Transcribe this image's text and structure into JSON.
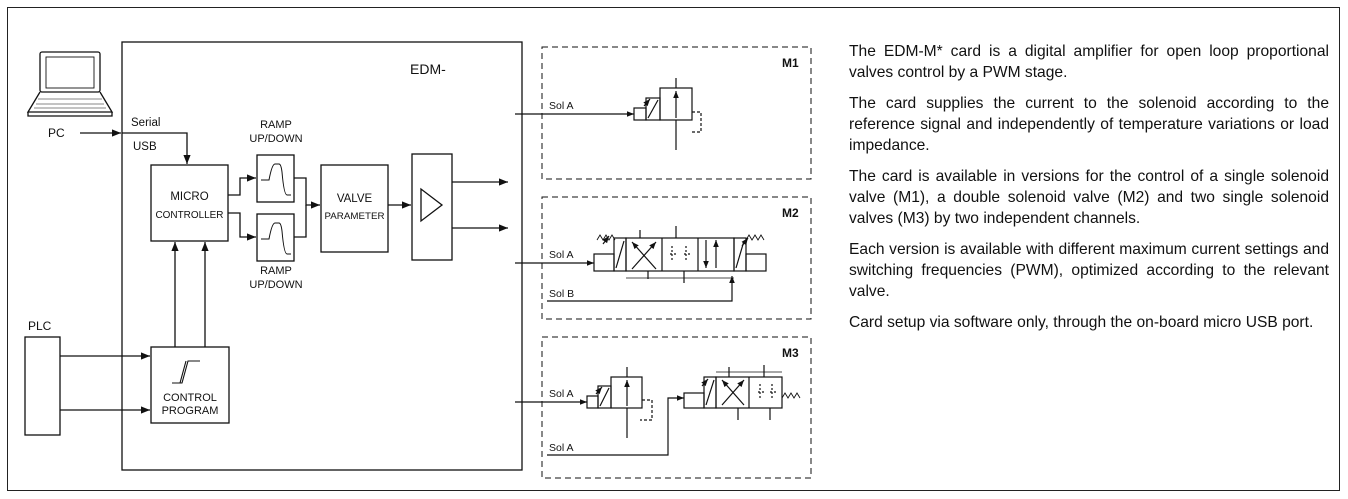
{
  "diagram": {
    "card_label": "EDM-",
    "pc_label": "PC",
    "serial_label": "Serial",
    "usb_label": "USB",
    "plc_label": "PLC",
    "micro_line1": "MICRO",
    "micro_line2": "CONTROLLER",
    "ramp_line1": "RAMP",
    "ramp_line2": "UP/DOWN",
    "valve_line1": "VALVE",
    "valve_line2": "PARAMETER",
    "control_line1": "CONTROL",
    "control_line2": "PROGRAM",
    "m1_label": "M1",
    "m2_label": "M2",
    "m3_label": "M3",
    "sol_a": "Sol A",
    "sol_b": "Sol B"
  },
  "description": {
    "p1": "The EDM-M* card is a digital amplifier for open loop proportional valves control by a PWM stage.",
    "p2": "The card supplies the current to the solenoid according to the reference signal and independently of temperature variations or load impedance.",
    "p3": "The card is available in versions for the control of a single solenoid valve (M1), a double solenoid valve (M2) and two single solenoid valves (M3) by two independent channels.",
    "p4": "Each version is available with different maximum current settings and switching frequencies (PWM), optimized according to the relevant valve.",
    "p5": "Card setup via software only, through the on-board micro USB port."
  }
}
